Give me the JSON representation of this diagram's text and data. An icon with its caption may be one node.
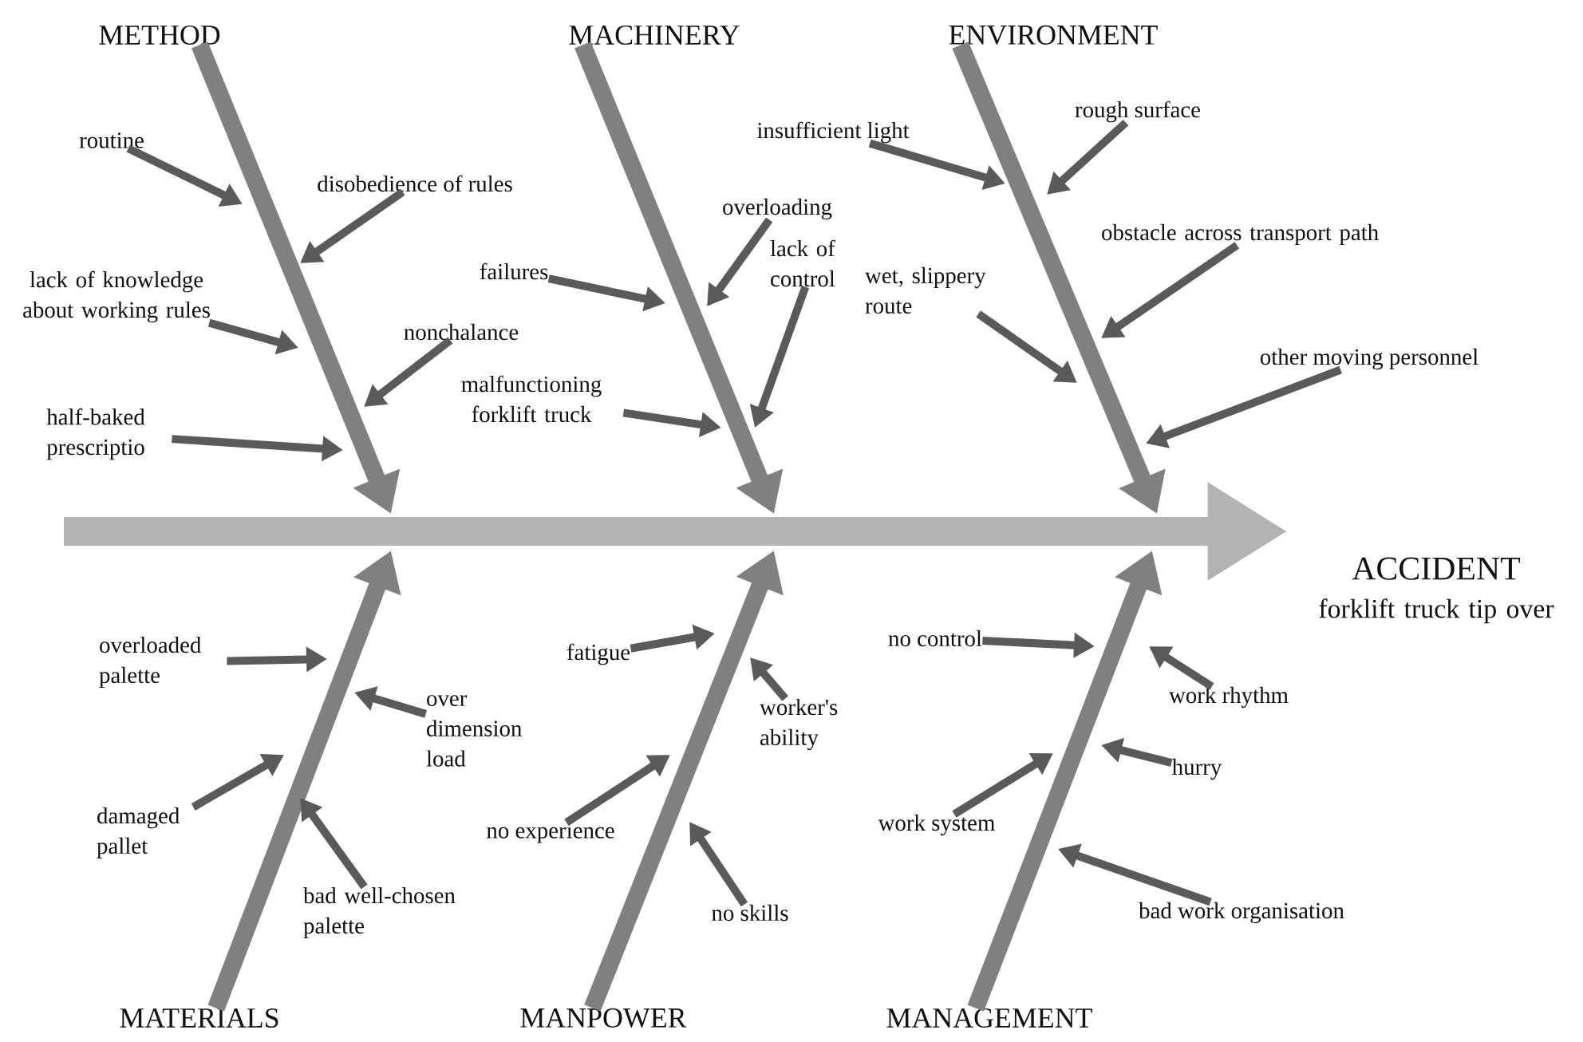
{
  "diagram": {
    "nodes": [
      {
        "text": [
          "METHOD"
        ]
      },
      {
        "text": [
          "MACHINERY"
        ]
      },
      {
        "text": [
          "ENVIRONMENT"
        ]
      },
      {
        "text": [
          "routine"
        ]
      },
      {
        "text": [
          "disobedience of rules"
        ]
      },
      {
        "text": [
          "insufficient light"
        ]
      },
      {
        "text": [
          "rough surface"
        ]
      },
      {
        "text": [
          "overloading"
        ]
      },
      {
        "text": [
          "failures"
        ]
      },
      {
        "text": [
          "lack of knowledge about working rules"
        ]
      },
      {
        "text": [
          "obstacle across transport path"
        ]
      },
      {
        "text": [
          "nonchalance"
        ]
      },
      {
        "text": [
          "lack of control"
        ]
      },
      {
        "text": [
          "wet, slippery route"
        ]
      },
      {
        "text": [
          "other moving personnel"
        ]
      },
      {
        "text": [
          "malfunctioning forklift truck"
        ]
      },
      {
        "text": [
          "half-baked prescriptio"
        ]
      },
      {
        "text": [
          "ACCIDENT",
          "forklift truck tip over"
        ]
      },
      {
        "text": [
          "no control"
        ]
      },
      {
        "text": [
          "overloaded palette"
        ]
      },
      {
        "text": [
          "fatigue"
        ]
      },
      {
        "text": [
          "work rhythm"
        ]
      },
      {
        "text": [
          "over dimension load"
        ]
      },
      {
        "text": [
          "worker's ability"
        ]
      },
      {
        "text": [
          "hurry"
        ]
      },
      {
        "text": [
          "damaged pallet"
        ]
      },
      {
        "text": [
          "no experience"
        ]
      },
      {
        "text": [
          "work system"
        ]
      },
      {
        "text": [
          "bad well-chosen palette"
        ]
      },
      {
        "text": [
          "no skills"
        ]
      },
      {
        "text": [
          "bad work organisation"
        ]
      },
      {
        "text": [
          "MATERIALS"
        ]
      },
      {
        "text": [
          "MANPOWER"
        ]
      },
      {
        "text": [
          "MANAGEMENT"
        ]
      }
    ],
    "edges": [
      {
        "from": null,
        "to": 17,
        "arrow": "to",
        "style": "thick",
        "color": "#b3b3b3"
      },
      {
        "from": 0,
        "to": null,
        "arrow": "to",
        "style": "thick",
        "color": "#808080"
      },
      {
        "from": 1,
        "to": null,
        "arrow": "to",
        "style": "thick",
        "color": "#808080"
      },
      {
        "from": 2,
        "to": null,
        "arrow": "to",
        "style": "thick",
        "color": "#808080"
      },
      {
        "from": 31,
        "to": null,
        "arrow": "to",
        "style": "thick",
        "color": "#808080"
      },
      {
        "from": 32,
        "to": null,
        "arrow": "to",
        "style": "thick",
        "color": "#808080"
      },
      {
        "from": 33,
        "to": null,
        "arrow": "to",
        "style": "thick",
        "color": "#808080"
      },
      {
        "from": 3,
        "to": null,
        "arrow": "to"
      },
      {
        "from": 4,
        "to": null,
        "arrow": "to"
      },
      {
        "from": 5,
        "to": null,
        "arrow": "to"
      },
      {
        "from": 6,
        "to": null,
        "arrow": "to"
      },
      {
        "from": 7,
        "to": null,
        "arrow": "to"
      },
      {
        "from": 8,
        "to": null,
        "arrow": "to"
      },
      {
        "from": 9,
        "to": null,
        "arrow": "to"
      },
      {
        "from": 10,
        "to": null,
        "arrow": "to"
      },
      {
        "from": 11,
        "to": null,
        "arrow": "to"
      },
      {
        "from": 12,
        "to": null,
        "arrow": "to"
      },
      {
        "from": 13,
        "to": null,
        "arrow": "to"
      },
      {
        "from": 14,
        "to": null,
        "arrow": "to"
      },
      {
        "from": 15,
        "to": null,
        "arrow": "to"
      },
      {
        "from": 16,
        "to": null,
        "arrow": "to"
      },
      {
        "from": 18,
        "to": null,
        "arrow": "to"
      },
      {
        "from": 19,
        "to": null,
        "arrow": "to"
      },
      {
        "from": 20,
        "to": null,
        "arrow": "to"
      },
      {
        "from": 21,
        "to": null,
        "arrow": "to"
      },
      {
        "from": 22,
        "to": null,
        "arrow": "to"
      },
      {
        "from": 23,
        "to": null,
        "arrow": "to"
      },
      {
        "from": 24,
        "to": null,
        "arrow": "to"
      },
      {
        "from": 25,
        "to": null,
        "arrow": "to"
      },
      {
        "from": 26,
        "to": null,
        "arrow": "to"
      },
      {
        "from": 27,
        "to": null,
        "arrow": "to"
      },
      {
        "from": 28,
        "to": null,
        "arrow": "to"
      },
      {
        "from": 29,
        "to": null,
        "arrow": "to"
      },
      {
        "from": 30,
        "to": null,
        "arrow": "to"
      }
    ]
  }
}
